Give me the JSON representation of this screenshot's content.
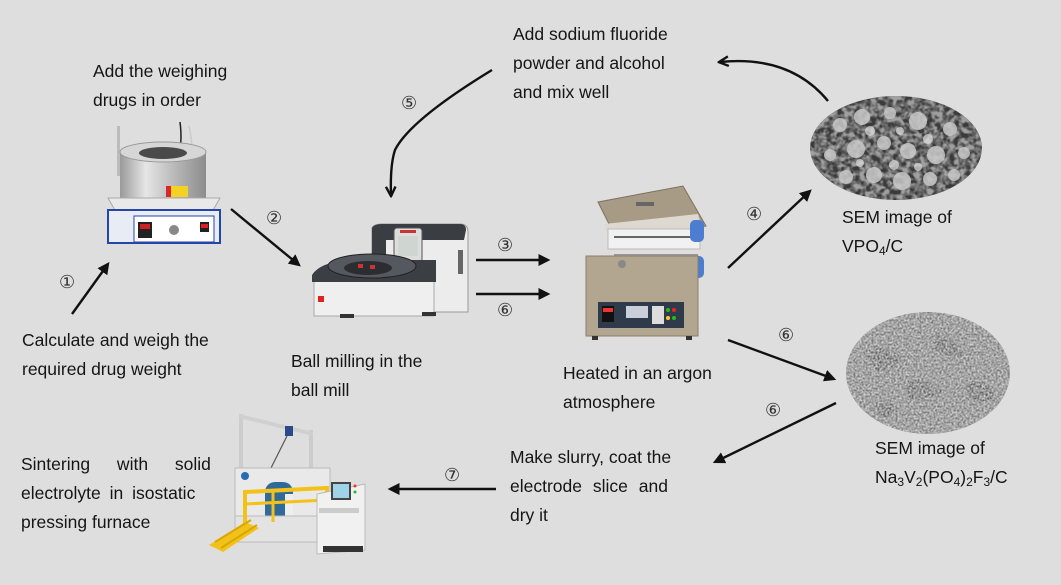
{
  "diagram": {
    "type": "process-flow",
    "steps": [
      {
        "id": "calc",
        "label": "Calculate and weigh the required drug weight",
        "lines": [
          "Calculate and weigh the",
          "required drug weight"
        ]
      },
      {
        "id": "add",
        "label": "Add the weighing drugs in order",
        "lines": [
          "Add the weighing",
          "drugs in order"
        ],
        "equipment": "heating-mantle-stirrer"
      },
      {
        "id": "mill",
        "label": "Ball milling in the ball mill",
        "lines": [
          "Ball milling in the",
          "ball mill"
        ],
        "equipment": "planetary-ball-mill"
      },
      {
        "id": "heat",
        "label": "Heated in an argon atmosphere",
        "lines": [
          "Heated in an argon",
          "atmosphere"
        ],
        "equipment": "tube-furnace"
      },
      {
        "id": "sem1",
        "label": "SEM image of VPO4/C",
        "lines": [
          "SEM image of"
        ],
        "formula": [
          {
            "t": "VPO"
          },
          {
            "sub": "4"
          },
          {
            "t": "/C"
          }
        ]
      },
      {
        "id": "naf",
        "label": "Add sodium fluoride powder and alcohol and mix well",
        "lines": [
          "Add sodium fluoride",
          "powder and alcohol",
          "and mix well"
        ]
      },
      {
        "id": "sem2",
        "label": "SEM image of Na3V2(PO4)2F3/C",
        "lines": [
          "SEM image of"
        ],
        "formula": [
          {
            "t": "Na"
          },
          {
            "sub": "3"
          },
          {
            "t": "V"
          },
          {
            "sub": "2"
          },
          {
            "t": "(PO"
          },
          {
            "sub": "4"
          },
          {
            "t": ")"
          },
          {
            "sub": "2"
          },
          {
            "t": "F"
          },
          {
            "sub": "3"
          },
          {
            "t": "/C"
          }
        ]
      },
      {
        "id": "slurry",
        "label": "Make slurry, coat the electrode slice and dry it",
        "lines": [
          "Make slurry, coat the",
          "electrode slice and",
          "dry it"
        ]
      },
      {
        "id": "sinter",
        "label": "Sintering with solid electrolyte in isostatic pressing furnace",
        "lines": [
          "Sintering with solid",
          "electrolyte in isostatic",
          "pressing furnace"
        ],
        "equipment": "isostatic-press-furnace"
      }
    ],
    "arrows": [
      {
        "label": "①",
        "from": "calc",
        "to": "add"
      },
      {
        "label": "②",
        "from": "add",
        "to": "mill"
      },
      {
        "label": "③",
        "from": "mill",
        "to": "heat"
      },
      {
        "label": "④",
        "from": "heat",
        "to": "sem1"
      },
      {
        "label": "",
        "from": "sem1",
        "to": "naf"
      },
      {
        "label": "⑤",
        "from": "naf",
        "to": "mill"
      },
      {
        "label": "⑥",
        "from": "mill",
        "to": "heat"
      },
      {
        "label": "⑥",
        "from": "heat",
        "to": "sem2"
      },
      {
        "label": "⑥",
        "from": "sem2",
        "to": "slurry"
      },
      {
        "label": "⑦",
        "from": "slurry",
        "to": "sinter"
      }
    ]
  },
  "colors": {
    "background": "#dedede",
    "arrow": "#111111",
    "text": "#151515"
  }
}
